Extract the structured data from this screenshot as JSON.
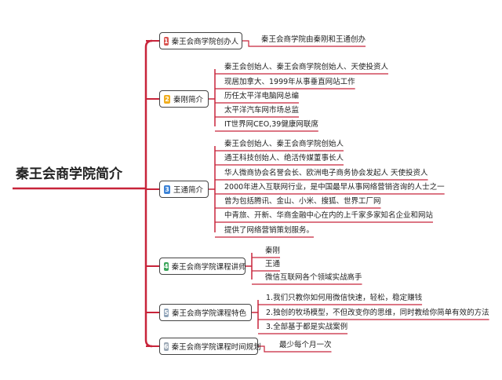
{
  "title": "秦王会商学院简介",
  "colors": {
    "line": "#c8243a",
    "border": "#444444"
  },
  "branches": [
    {
      "num": "1",
      "badge_color": "#d9534f",
      "label": "秦王会商学院创办人",
      "items": [
        "秦王会商学院由秦刚和王通创办"
      ]
    },
    {
      "num": "2",
      "badge_color": "#f0ad1e",
      "label": "秦刚简介",
      "items": [
        "秦王会创始人、秦王会商学院创始人、天使投资人",
        "现居加拿大、1999年从事垂直网站工作",
        "历任太平洋电脑网总编",
        "太平洋汽车网市场总监",
        "IT世界网CEO,39健康网联席"
      ]
    },
    {
      "num": "3",
      "badge_color": "#3b82d6",
      "label": "王通简介",
      "items": [
        "秦王会创始人、秦王会商学院创始人",
        "通王科技创始人、绝活传媒董事长人",
        "华人微商协会名誉会长、欧洲电子商务协会发起人 天使投资人",
        "2000年进入互联网行业，是中国最早从事网络营销咨询的人士之一",
        "曾为包括腾讯、金山、小米、搜狐、世界工厂网",
        "中青旅、开新、华商金融中心在内的上千家多家知名企业和网站",
        "提供了网络营销策划服务。"
      ]
    },
    {
      "num": "4",
      "badge_color": "#3aa55a",
      "label": "秦王会商学院课程讲师",
      "items": [
        "秦刚",
        "王通",
        "微信互联网各个领域实战高手"
      ]
    },
    {
      "num": "5",
      "badge_color": "#8fa3b8",
      "label": "秦王会商学院课程特色",
      "items": [
        "1.我们只教你如何用微信快速，轻松，稳定赚钱",
        "2.独创的牧场模型，不但改变你的思维，同时教给你简单有效的方法",
        "3.全部基于都是实战案例"
      ]
    },
    {
      "num": "6",
      "badge_color": "#9aa7b4",
      "label": "秦王会商学院课程时间规划",
      "items": [
        "最少每个月一次"
      ]
    }
  ]
}
